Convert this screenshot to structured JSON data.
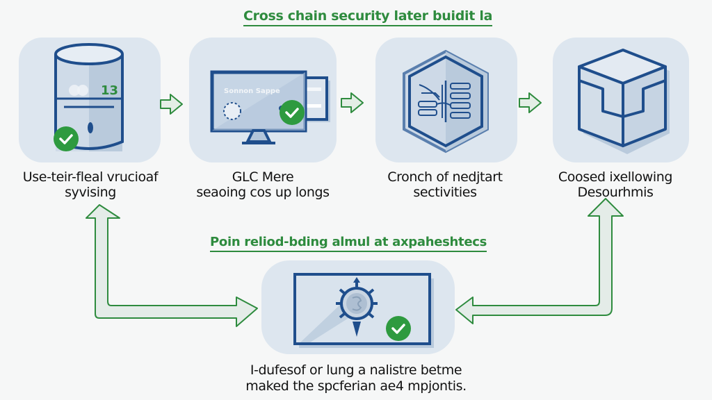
{
  "top_heading": "Cross chain security later buidit la",
  "middle_heading": "Poin reliod-bding almul at axpaheshtecs",
  "steps": [
    {
      "icon": "database-icon",
      "caption_line1": "Use-teir-fleal vrucioaf",
      "caption_line2": "syvising",
      "verified": true,
      "device_label": "13"
    },
    {
      "icon": "monitor-icon",
      "caption_line1": "GLC Mere",
      "caption_line2": "seaoing cos up longs",
      "verified": true,
      "screen_label": "Sonnon Sappe"
    },
    {
      "icon": "hexagon-network-icon",
      "caption_line1": "Cronch of nedjtart",
      "caption_line2": "sectivities",
      "verified": false
    },
    {
      "icon": "cube-icon",
      "caption_line1": "Coosed ixellowing",
      "caption_line2": "Desourhmis",
      "verified": false
    }
  ],
  "bottom_step": {
    "icon": "gear-shield-icon",
    "caption_line1": "I-dufesof or lung a nalistre betme",
    "caption_line2": "maked the spcferian ae4 mpjontis.",
    "verified": true
  },
  "colors": {
    "accent_green": "#2e8b3e",
    "icon_blue": "#1f4e8c",
    "tile_bg": "#dde6ef",
    "check_green": "#2e9a3f"
  }
}
